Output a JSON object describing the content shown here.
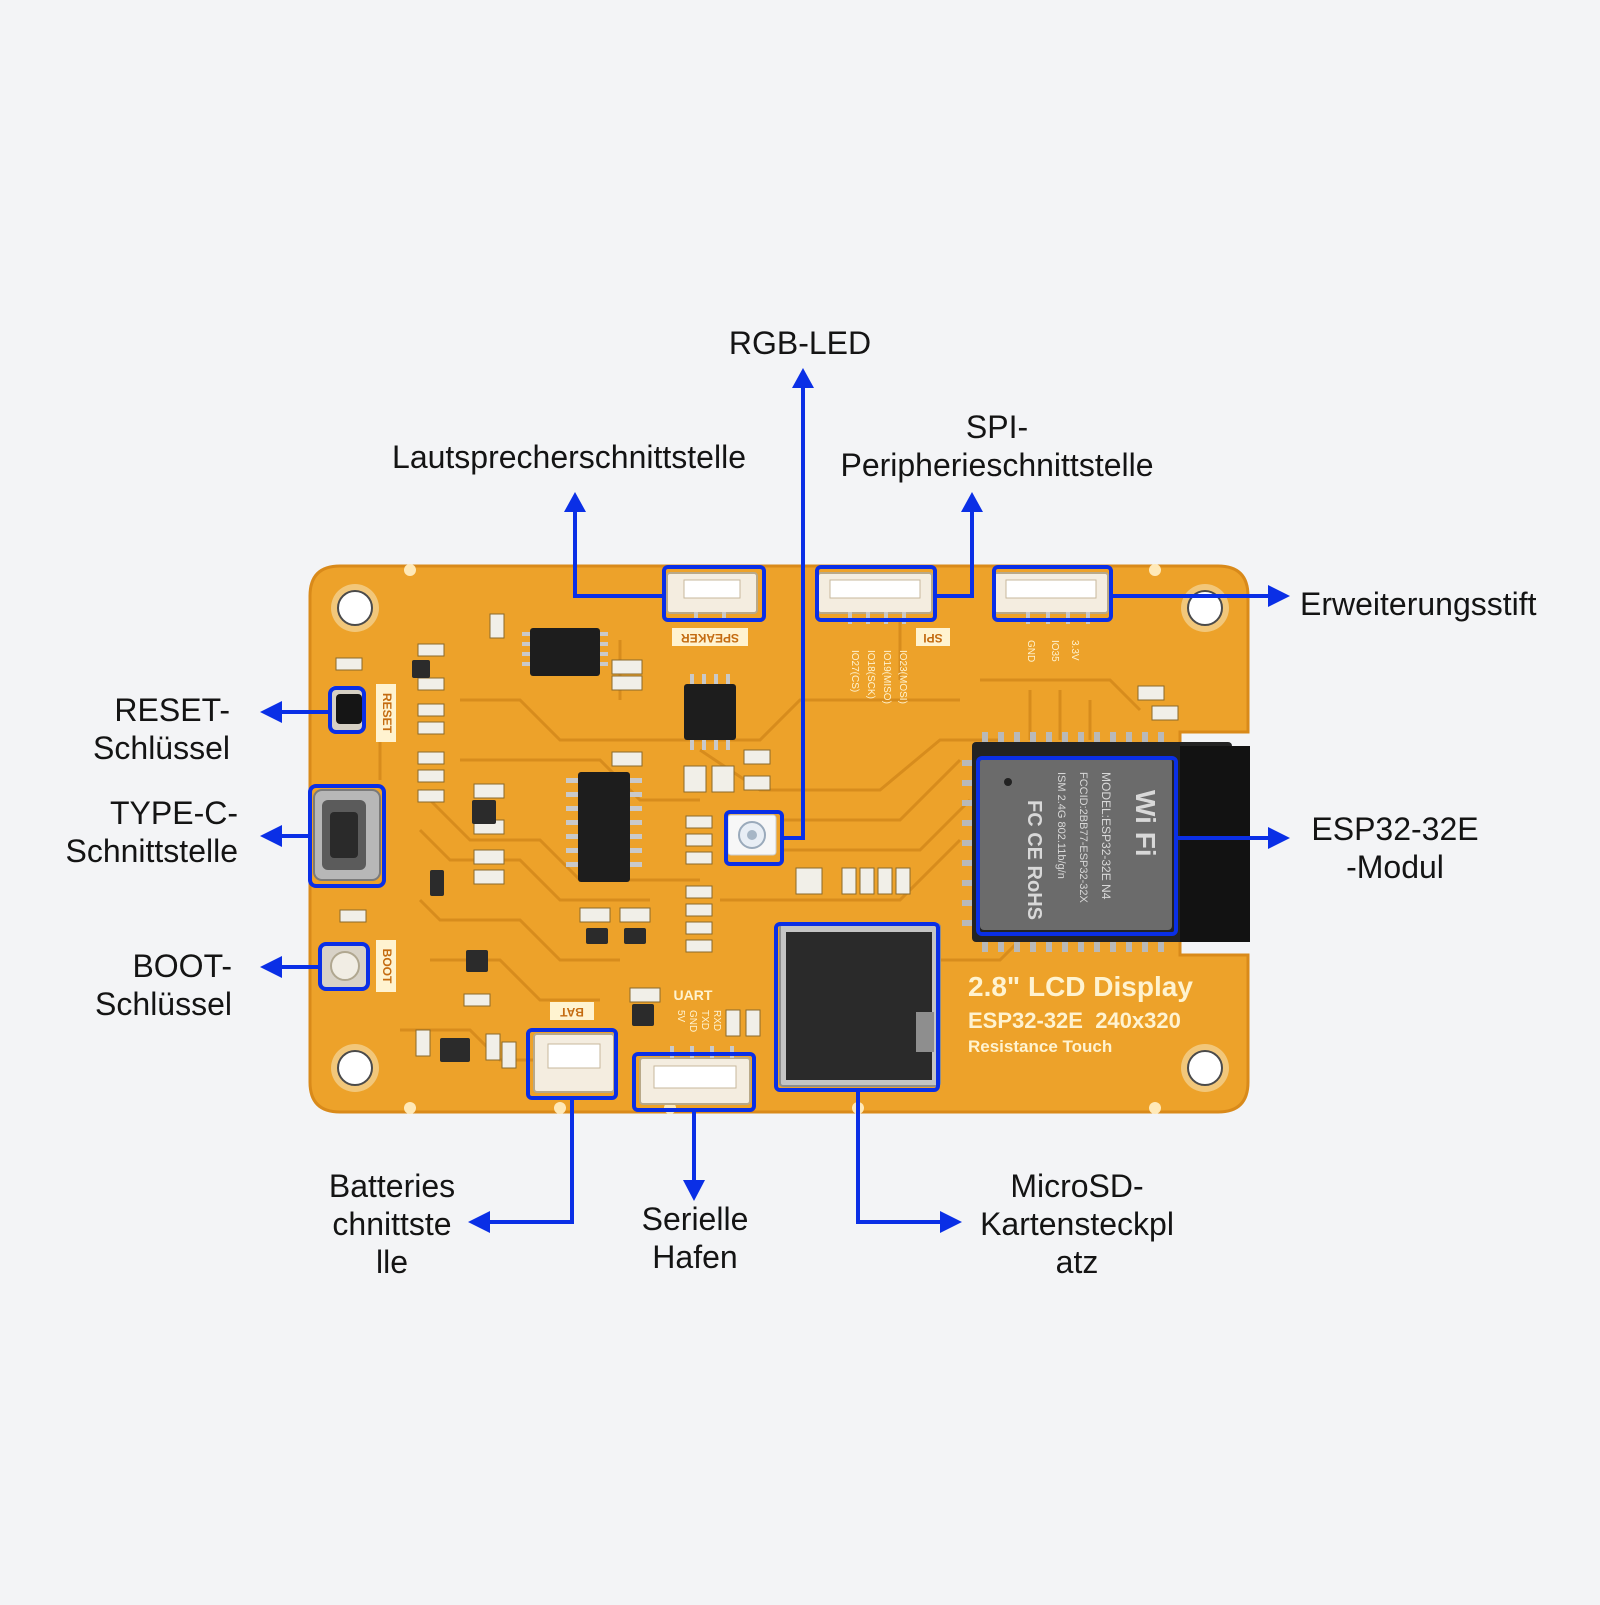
{
  "colors": {
    "background": "#f3f4f6",
    "board": "#eda22a",
    "board_edge": "#d98a1a",
    "trace": "#d58a1c",
    "callout": "#0a2fe6",
    "label_text": "#141414",
    "silk": "#fff3d0"
  },
  "callouts": {
    "rgb_led": {
      "text": "RGB-LED"
    },
    "speaker": {
      "text": "Lautsprecherschnittstelle"
    },
    "spi": {
      "line1": "SPI-",
      "line2": "Peripherieschnittstelle"
    },
    "expansion": {
      "text": "Erweiterungsstift"
    },
    "reset": {
      "line1": "RESET-",
      "line2": "Schlüssel"
    },
    "typec": {
      "line1": "TYPE-C-",
      "line2": "Schnittstelle"
    },
    "boot": {
      "line1": "BOOT-",
      "line2": "Schlüssel"
    },
    "esp": {
      "line1": "ESP32-32E",
      "line2": "-Modul"
    },
    "battery": {
      "line1": "Batteries",
      "line2": "chnittste",
      "line3": "lle"
    },
    "serial": {
      "line1": "Serielle",
      "line2": "Hafen"
    },
    "microsd": {
      "line1": "MicroSD-",
      "line2": "Kartensteckpl",
      "line3": "atz"
    }
  },
  "board": {
    "title": "2.8\" LCD Display",
    "subtitle": "ESP32-32E  240x320",
    "touch": "Resistance Touch",
    "silk_speaker": "SPEAKER",
    "silk_spi": "SPI",
    "silk_reset": "RESET",
    "silk_boot": "BOOT",
    "silk_bat": "BAT",
    "silk_uart": "UART",
    "spi_pins": [
      "IO23(MOSI)",
      "IO19(MISO)",
      "IO18(SCK)",
      "IO27(CS)"
    ],
    "exp_pins": [
      "GND",
      "IO35",
      "3.3V"
    ],
    "uart_pins": [
      "RXD",
      "TXD",
      "GND",
      "5V"
    ],
    "esp_module": {
      "model": "MODEL:ESP32-32E  N4",
      "fccid": "FCCID:2BB77-ESP32-32X",
      "ism": "ISM 2.4G 802.11b/g/n",
      "wifi": "Wi Fi",
      "marks": "FC CE RoHS"
    }
  }
}
